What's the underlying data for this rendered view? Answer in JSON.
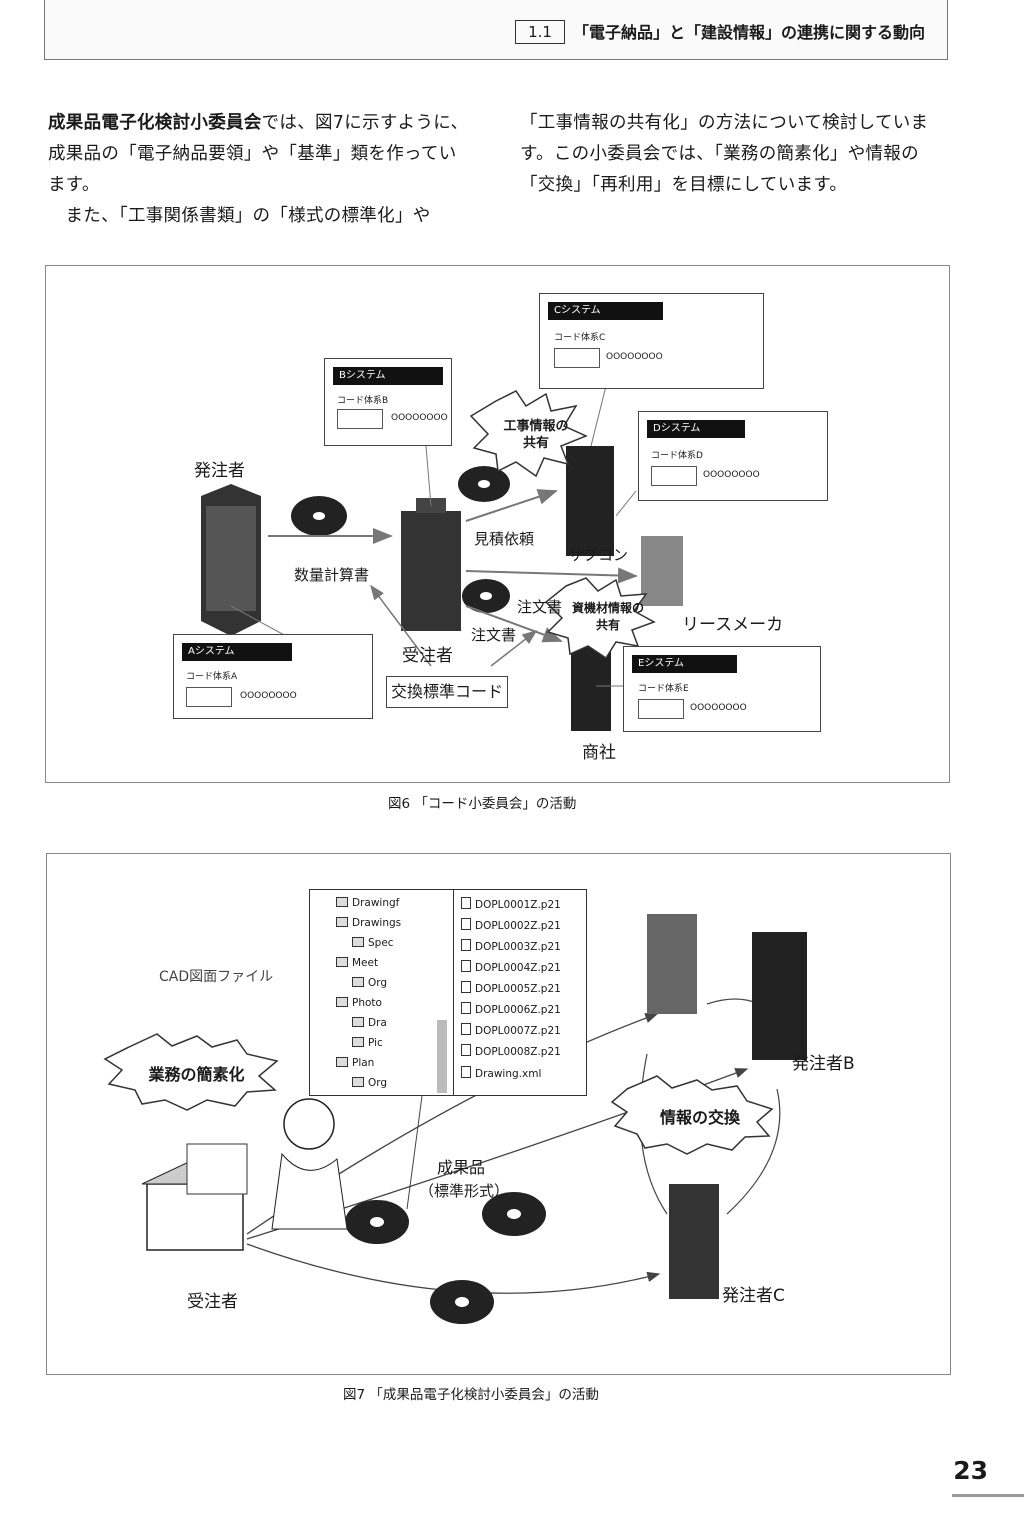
{
  "header": {
    "section_number": "1.1",
    "section_title": "「電子納品」と「建設情報」の連携に関する動向"
  },
  "body": {
    "left_col": {
      "p1_em": "成果品電子化検討小委員会",
      "p1_rest": "では、図7に示すように、成果品の「電子納品要領」や「基準」類を作っています。",
      "p2": "また、「工事関係書類」の「様式の標準化」や"
    },
    "right_col": {
      "p1": "「工事情報の共有化」の方法について検討しています。この小委員会では、「業務の簡素化」や情報の「交換」「再利用」を目標にしています。"
    }
  },
  "fig6": {
    "caption": "図6 「コード小委員会」の活動",
    "orderer": "発注者",
    "contractor": "受注者",
    "subcon": "サブコン",
    "lease": "リースメーカ",
    "trading": "商社",
    "quantity": "数量計算書",
    "estimate": "見積依頼",
    "order1": "注文書",
    "order2": "注文書",
    "exchange_code": "交換標準コード",
    "burst1": "工事情報の共有",
    "burst2": "資機材情報の共有",
    "panels": {
      "a": {
        "title": "Aシステム",
        "code": "コード体系A",
        "ok": "OOOOOOOO"
      },
      "b": {
        "title": "Bシステム",
        "code": "コード体系B",
        "ok": "OOOOOOOO"
      },
      "c": {
        "title": "Cシステム",
        "code": "コード体系C",
        "ok": "OOOOOOOO"
      },
      "d": {
        "title": "Dシステム",
        "code": "コード体系D",
        "ok": "OOOOOOOO"
      },
      "e": {
        "title": "Eシステム",
        "code": "コード体系E",
        "ok": "OOOOOOOO"
      }
    }
  },
  "fig7": {
    "caption": "図7 「成果品電子化検討小委員会」の活動",
    "cad_label": "CAD図面ファイル",
    "simplify": "業務の簡素化",
    "exchange": "情報の交換",
    "deliverable": "成果品",
    "std_format": "（標準形式）",
    "contractor": "受注者",
    "orderer_b": "発注者B",
    "orderer_c": "発注者C",
    "tree": [
      {
        "name": "Drawingf",
        "indent": 0
      },
      {
        "name": "Drawings",
        "indent": 0
      },
      {
        "name": "Spec",
        "indent": 1
      },
      {
        "name": "Meet",
        "indent": 0
      },
      {
        "name": "Org",
        "indent": 1
      },
      {
        "name": "Photo",
        "indent": 0
      },
      {
        "name": "Dra",
        "indent": 1
      },
      {
        "name": "Pic",
        "indent": 1
      },
      {
        "name": "Plan",
        "indent": 0
      },
      {
        "name": "Org",
        "indent": 1
      }
    ],
    "files": [
      "DOPL0001Z.p21",
      "DOPL0002Z.p21",
      "DOPL0003Z.p21",
      "DOPL0004Z.p21",
      "DOPL0005Z.p21",
      "DOPL0006Z.p21",
      "DOPL0007Z.p21",
      "DOPL0008Z.p21",
      "Drawing.xml"
    ]
  },
  "page_number": "23"
}
